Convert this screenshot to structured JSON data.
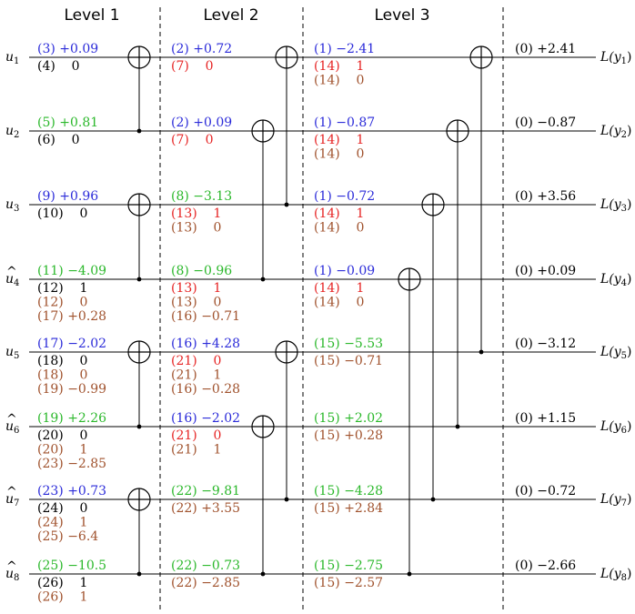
{
  "levels": [
    "Level 1",
    "Level 2",
    "Level 3"
  ],
  "colors": {
    "blue": "#2b2bd9",
    "green": "#2bb82b",
    "red": "#e62424",
    "brown": "#a0522d",
    "black": "#000000"
  },
  "rows": [
    {
      "input": {
        "base": "u",
        "hat": false,
        "sub": "1"
      },
      "output": {
        "text": "L(y",
        "sub": "1",
        "close": ")"
      },
      "final": "(0) +2.41",
      "cells": [
        [
          {
            "t": "(3) +0.09",
            "c": "blue"
          },
          {
            "t": "(4)    0",
            "c": "black"
          }
        ],
        [
          {
            "t": "(2) +0.72",
            "c": "blue"
          },
          {
            "t": "(7)    0",
            "c": "red"
          }
        ],
        [
          {
            "t": "(1) −2.41",
            "c": "blue"
          },
          {
            "t": "(14)    1",
            "c": "red"
          },
          {
            "t": "(14)    0",
            "c": "brown"
          }
        ]
      ]
    },
    {
      "input": {
        "base": "u",
        "hat": false,
        "sub": "2"
      },
      "output": {
        "text": "L(y",
        "sub": "2",
        "close": ")"
      },
      "final": "(0) −0.87",
      "cells": [
        [
          {
            "t": "(5) +0.81",
            "c": "green"
          },
          {
            "t": "(6)    0",
            "c": "black"
          }
        ],
        [
          {
            "t": "(2) +0.09",
            "c": "blue"
          },
          {
            "t": "(7)    0",
            "c": "red"
          }
        ],
        [
          {
            "t": "(1) −0.87",
            "c": "blue"
          },
          {
            "t": "(14)    1",
            "c": "red"
          },
          {
            "t": "(14)    0",
            "c": "brown"
          }
        ]
      ]
    },
    {
      "input": {
        "base": "u",
        "hat": false,
        "sub": "3"
      },
      "output": {
        "text": "L(y",
        "sub": "3",
        "close": ")"
      },
      "final": "(0) +3.56",
      "cells": [
        [
          {
            "t": "(9) +0.96",
            "c": "blue"
          },
          {
            "t": "(10)    0",
            "c": "black"
          }
        ],
        [
          {
            "t": "(8) −3.13",
            "c": "green"
          },
          {
            "t": "(13)    1",
            "c": "red"
          },
          {
            "t": "(13)    0",
            "c": "brown"
          }
        ],
        [
          {
            "t": "(1) −0.72",
            "c": "blue"
          },
          {
            "t": "(14)    1",
            "c": "red"
          },
          {
            "t": "(14)    0",
            "c": "brown"
          }
        ]
      ]
    },
    {
      "input": {
        "base": "u",
        "hat": true,
        "sub": "4"
      },
      "output": {
        "text": "L(y",
        "sub": "4",
        "close": ")"
      },
      "final": "(0) +0.09",
      "cells": [
        [
          {
            "t": "(11) −4.09",
            "c": "green"
          },
          {
            "t": "(12)    1",
            "c": "black"
          },
          {
            "t": "(12)    0",
            "c": "brown"
          },
          {
            "t": "(17) +0.28",
            "c": "brown"
          }
        ],
        [
          {
            "t": "(8) −0.96",
            "c": "green"
          },
          {
            "t": "(13)    1",
            "c": "red"
          },
          {
            "t": "(13)    0",
            "c": "brown"
          },
          {
            "t": "(16) −0.71",
            "c": "brown"
          }
        ],
        [
          {
            "t": "(1) −0.09",
            "c": "blue"
          },
          {
            "t": "(14)    1",
            "c": "red"
          },
          {
            "t": "(14)    0",
            "c": "brown"
          }
        ]
      ]
    },
    {
      "input": {
        "base": "u",
        "hat": false,
        "sub": "5"
      },
      "output": {
        "text": "L(y",
        "sub": "5",
        "close": ")"
      },
      "final": "(0) −3.12",
      "cells": [
        [
          {
            "t": "(17) −2.02",
            "c": "blue"
          },
          {
            "t": "(18)    0",
            "c": "black"
          },
          {
            "t": "(18)    0",
            "c": "brown"
          },
          {
            "t": "(19) −0.99",
            "c": "brown"
          }
        ],
        [
          {
            "t": "(16) +4.28",
            "c": "blue"
          },
          {
            "t": "(21)    0",
            "c": "red"
          },
          {
            "t": "(21)    1",
            "c": "brown"
          },
          {
            "t": "(16) −0.28",
            "c": "brown"
          }
        ],
        [
          {
            "t": "(15) −5.53",
            "c": "green"
          },
          {
            "t": "(15) −0.71",
            "c": "brown"
          }
        ]
      ]
    },
    {
      "input": {
        "base": "u",
        "hat": true,
        "sub": "6"
      },
      "output": {
        "text": "L(y",
        "sub": "6",
        "close": ")"
      },
      "final": "(0) +1.15",
      "cells": [
        [
          {
            "t": "(19) +2.26",
            "c": "green"
          },
          {
            "t": "(20)    0",
            "c": "black"
          },
          {
            "t": "(20)    1",
            "c": "brown"
          },
          {
            "t": "(23) −2.85",
            "c": "brown"
          }
        ],
        [
          {
            "t": "(16) −2.02",
            "c": "blue"
          },
          {
            "t": "(21)    0",
            "c": "red"
          },
          {
            "t": "(21)    1",
            "c": "brown"
          }
        ],
        [
          {
            "t": "(15) +2.02",
            "c": "green"
          },
          {
            "t": "(15) +0.28",
            "c": "brown"
          }
        ]
      ]
    },
    {
      "input": {
        "base": "u",
        "hat": true,
        "sub": "7"
      },
      "output": {
        "text": "L(y",
        "sub": "7",
        "close": ")"
      },
      "final": "(0) −0.72",
      "cells": [
        [
          {
            "t": "(23) +0.73",
            "c": "blue"
          },
          {
            "t": "(24)    0",
            "c": "black"
          },
          {
            "t": "(24)    1",
            "c": "brown"
          },
          {
            "t": "(25) −6.4",
            "c": "brown"
          }
        ],
        [
          {
            "t": "(22) −9.81",
            "c": "green"
          },
          {
            "t": "(22) +3.55",
            "c": "brown"
          }
        ],
        [
          {
            "t": "(15) −4.28",
            "c": "green"
          },
          {
            "t": "(15) +2.84",
            "c": "brown"
          }
        ]
      ]
    },
    {
      "input": {
        "base": "u",
        "hat": true,
        "sub": "8"
      },
      "output": {
        "text": "L(y",
        "sub": "8",
        "close": ")"
      },
      "final": "(0) −2.66",
      "cells": [
        [
          {
            "t": "(25) −10.5",
            "c": "green"
          },
          {
            "t": "(26)    1",
            "c": "black"
          },
          {
            "t": "(26)    1",
            "c": "brown"
          }
        ],
        [
          {
            "t": "(22) −0.73",
            "c": "green"
          },
          {
            "t": "(22) −2.85",
            "c": "brown"
          }
        ],
        [
          {
            "t": "(15) −2.75",
            "c": "green"
          },
          {
            "t": "(15) −2.57",
            "c": "brown"
          }
        ]
      ]
    }
  ],
  "gates": [
    {
      "level": 1,
      "xor_row": 1,
      "dot_row": 2
    },
    {
      "level": 1,
      "xor_row": 3,
      "dot_row": 4
    },
    {
      "level": 1,
      "xor_row": 5,
      "dot_row": 6
    },
    {
      "level": 1,
      "xor_row": 7,
      "dot_row": 8
    },
    {
      "level": 2,
      "xor_row": 1,
      "dot_row": 3
    },
    {
      "level": 2,
      "xor_row": 2,
      "dot_row": 4
    },
    {
      "level": 2,
      "xor_row": 5,
      "dot_row": 7
    },
    {
      "level": 2,
      "xor_row": 6,
      "dot_row": 8
    },
    {
      "level": 3,
      "xor_row": 1,
      "dot_row": 5
    },
    {
      "level": 3,
      "xor_row": 2,
      "dot_row": 6
    },
    {
      "level": 3,
      "xor_row": 3,
      "dot_row": 7
    },
    {
      "level": 3,
      "xor_row": 4,
      "dot_row": 8
    }
  ]
}
